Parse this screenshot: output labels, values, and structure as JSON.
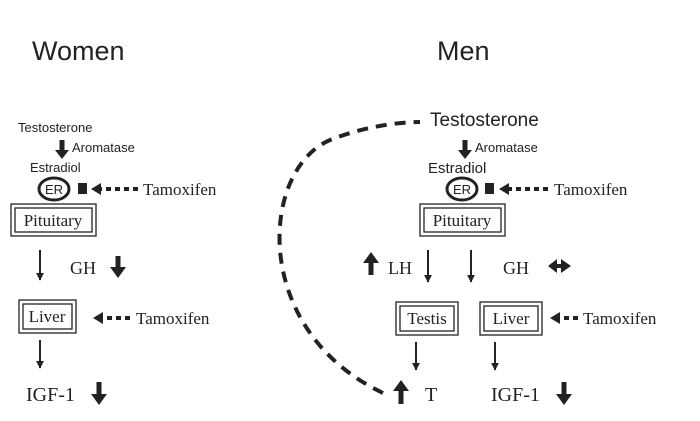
{
  "women": {
    "title": "Women",
    "testosterone": "Testosterone",
    "aromatase": "Aromatase",
    "estradiol": "Estradiol",
    "er": "ER",
    "tamoxifen_er": "Tamoxifen",
    "pituitary": "Pituitary",
    "gh": "GH",
    "liver": "Liver",
    "tamoxifen_liver": "Tamoxifen",
    "igf1": "IGF-1"
  },
  "men": {
    "title": "Men",
    "testosterone": "Testosterone",
    "aromatase": "Aromatase",
    "estradiol": "Estradiol",
    "er": "ER",
    "tamoxifen_er": "Tamoxifen",
    "pituitary": "Pituitary",
    "lh": "LH",
    "gh": "GH",
    "testis": "Testis",
    "liver": "Liver",
    "tamoxifen_liver": "Tamoxifen",
    "t": "T",
    "igf1": "IGF-1"
  }
}
